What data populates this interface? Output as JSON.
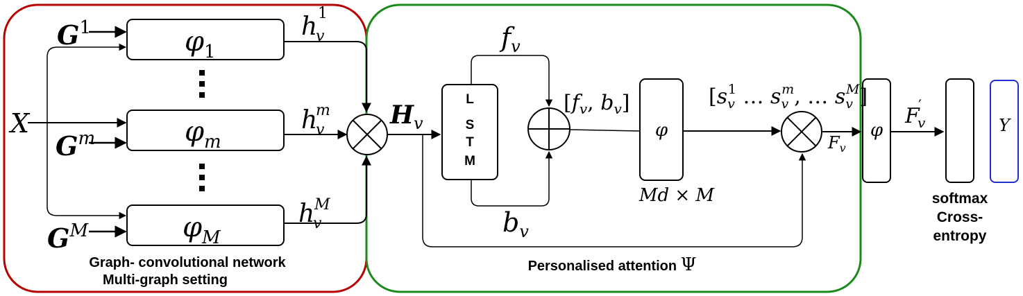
{
  "colors": {
    "gcn_border": "#b80000",
    "attention_border": "#1a8a1a",
    "output_box_border": "#1f2fd0",
    "stroke": "#000000"
  },
  "inputs": {
    "g1": {
      "base": "G",
      "sup": "1"
    },
    "gm": {
      "base": "G",
      "sup": "m"
    },
    "gM": {
      "base": "G",
      "sup": "M"
    },
    "x": "X"
  },
  "encoders": {
    "phi1": {
      "base": "φ",
      "sub": "1"
    },
    "phim": {
      "base": "φ",
      "sub": "m"
    },
    "phiM": {
      "base": "φ",
      "sub": "M"
    }
  },
  "hidden": {
    "h1": {
      "base": "h",
      "sub": "v",
      "sup": "1"
    },
    "hm": {
      "base": "h",
      "sub": "v",
      "sup": "m"
    },
    "hM": {
      "base": "h",
      "sub": "v",
      "sup": "M"
    }
  },
  "fusion": {
    "label": {
      "base": "H",
      "sub": "v"
    }
  },
  "lstm": {
    "letters": [
      "L",
      "S",
      "T",
      "M"
    ]
  },
  "forward": {
    "base": "f",
    "sub": "v"
  },
  "backward": {
    "base": "b",
    "sub": "v"
  },
  "concat": {
    "open": "[",
    "f": "f",
    "v1": "v",
    "comma": ", ",
    "b": "b",
    "v2": "v",
    "close": "]"
  },
  "attn_dense": {
    "symbol": "φ",
    "dim": "Md × M"
  },
  "scores": {
    "open": "[",
    "s1_base": "s",
    "s1_sub": "v",
    "s1_sup": "1",
    "dots1": " … ",
    "sm_base": "s",
    "sm_sub": "v",
    "sm_sup": "m",
    "dots2": ", … ",
    "sM_base": "s",
    "sM_sub": "v",
    "sM_sup": "M",
    "close": "]"
  },
  "fused_out": {
    "base": "F",
    "sub": "v"
  },
  "final_dense": {
    "symbol": "φ"
  },
  "fprime": {
    "base": "F",
    "sup": "′",
    "sub": "v"
  },
  "softmax_block": {
    "line1": "softmax",
    "line2": "Cross-",
    "line3": "entropy"
  },
  "target": {
    "label": "Y"
  },
  "captions": {
    "gcn_line1": "Graph- convolutional network",
    "gcn_line2": "Multi-graph setting",
    "attention_text": "Personalised attention ",
    "attention_psi": "Ψ"
  }
}
